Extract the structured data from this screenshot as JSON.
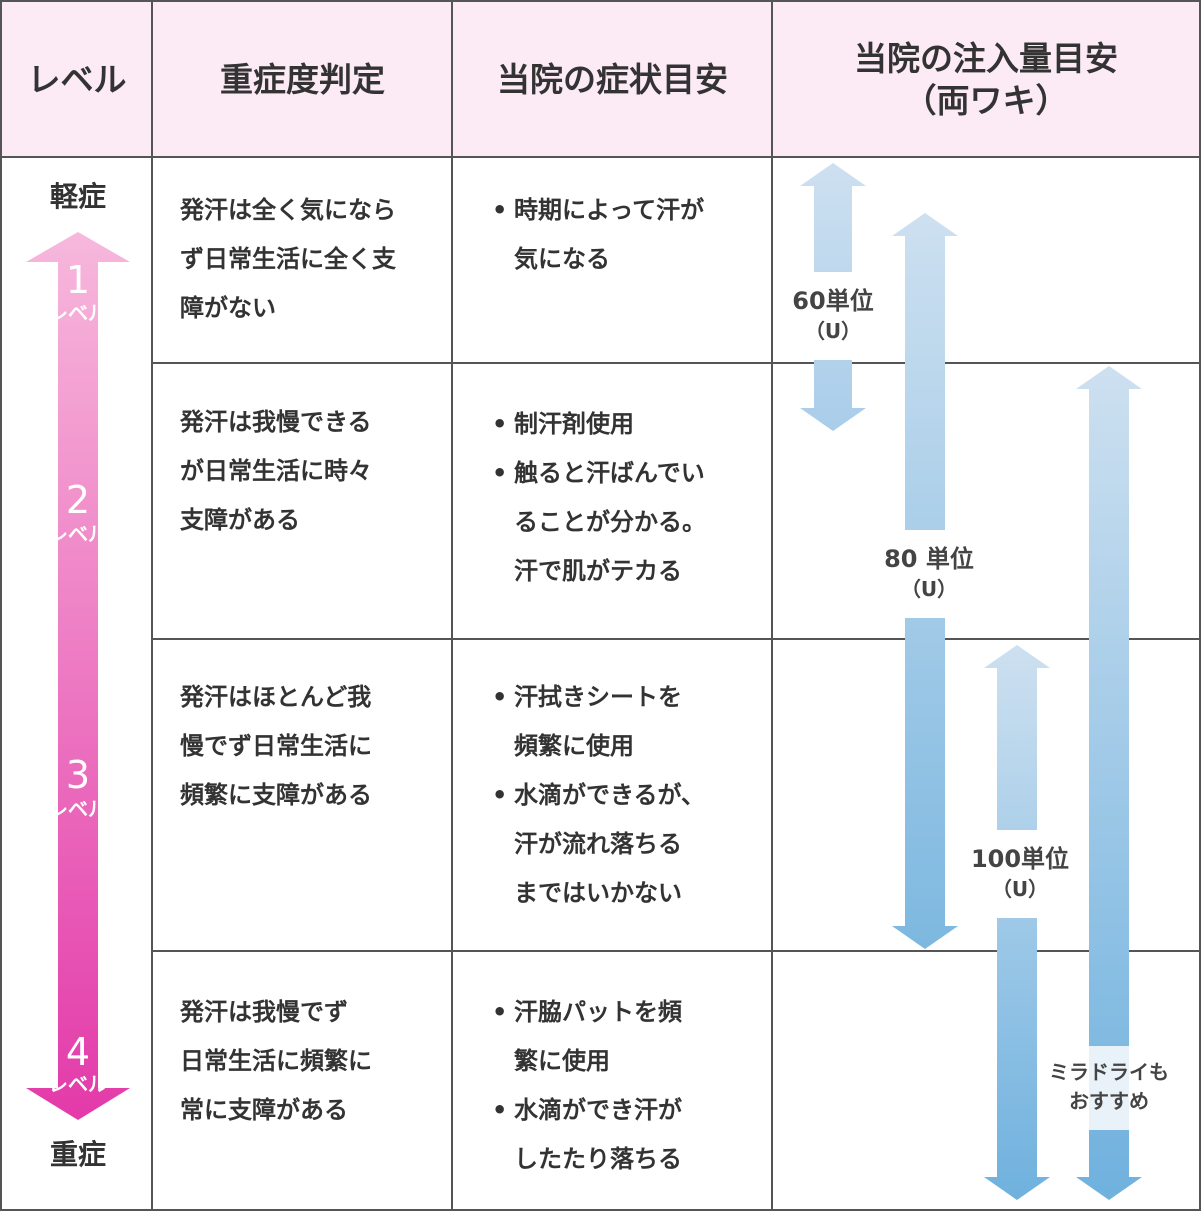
{
  "header": {
    "level": "レベル",
    "severity": "重症度判定",
    "symptoms": "当院の症状目安",
    "dose_line1": "当院の注入量目安",
    "dose_line2": "（両ワキ）"
  },
  "scale": {
    "top_label": "軽症",
    "bottom_label": "重症",
    "levels": [
      {
        "number": "1",
        "label": "レベル"
      },
      {
        "number": "2",
        "label": "レベル"
      },
      {
        "number": "3",
        "label": "レベル"
      },
      {
        "number": "4",
        "label": "レベル"
      }
    ],
    "colors": {
      "light": "#f7b8dc",
      "dark": "#e33aa9"
    }
  },
  "rows": [
    {
      "severity": [
        "発汗は全く気になら",
        "ず日常生活に全く支",
        "障がない"
      ],
      "symptoms": [
        [
          "時期によって汗が",
          "気になる"
        ]
      ]
    },
    {
      "severity": [
        "発汗は我慢できる",
        "が日常生活に時々",
        "支障がある"
      ],
      "symptoms": [
        [
          "制汗剤使用"
        ],
        [
          "触ると汗ばんでい",
          "ることが分かる。",
          "汗で肌がテカる"
        ]
      ]
    },
    {
      "severity": [
        "発汗はほとんど我",
        "慢でず日常生活に",
        "頻繁に支障がある"
      ],
      "symptoms": [
        [
          "汗拭きシートを",
          "頻繁に使用"
        ],
        [
          "水滴ができるが、",
          "汗が流れ落ちる",
          "まではいかない"
        ]
      ]
    },
    {
      "severity": [
        "発汗は我慢でず",
        "日常生活に頻繁に",
        "常に支障がある"
      ],
      "symptoms": [
        [
          "汗脇パットを頻",
          "繁に使用"
        ],
        [
          "水滴ができ汗が",
          "したたり落ちる"
        ]
      ]
    }
  ],
  "doses": [
    {
      "amount": "60単位",
      "unit": "（U）"
    },
    {
      "amount": "80 単位",
      "unit": "（U）"
    },
    {
      "amount": "100単位",
      "unit": "（U）"
    }
  ],
  "recommend": [
    "ミラドライも",
    "おすすめ"
  ],
  "arrow_colors": {
    "light": "#cde0f0",
    "dark": "#6fb1de"
  }
}
